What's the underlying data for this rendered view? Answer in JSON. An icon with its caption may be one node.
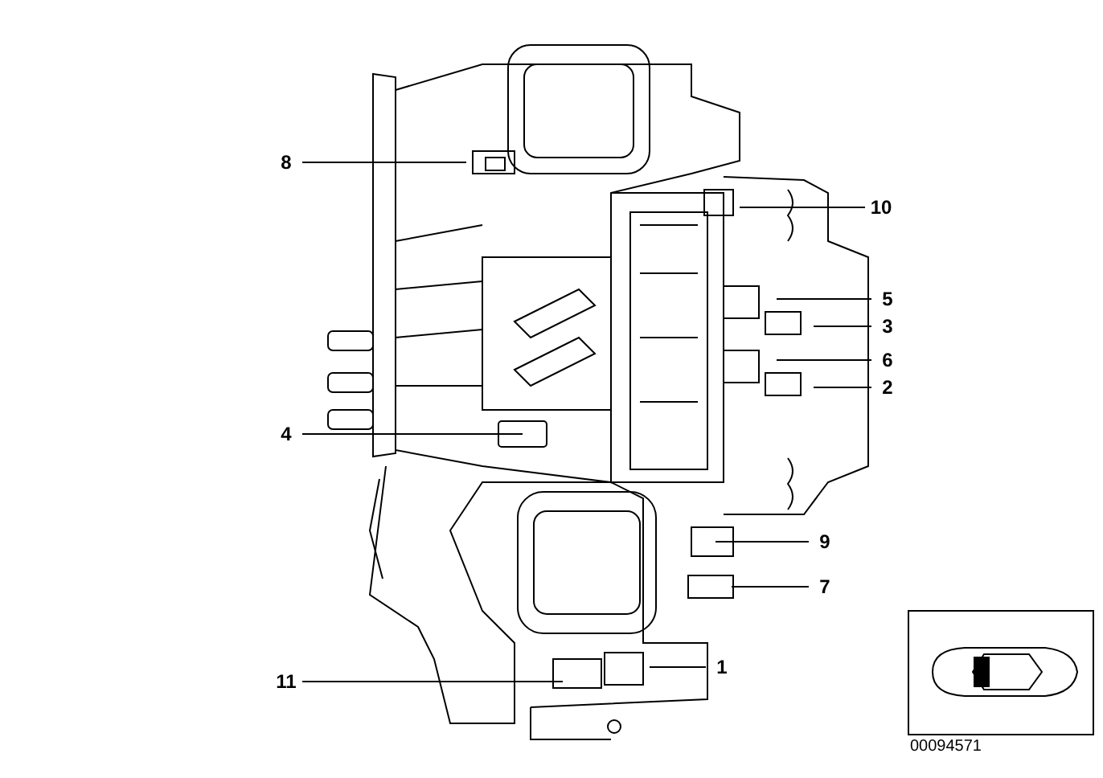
{
  "diagram": {
    "nodes": [
      {
        "text": [
          "8"
        ]
      },
      {
        "text": [
          "10"
        ]
      },
      {
        "text": [
          "5"
        ]
      },
      {
        "text": [
          "3"
        ]
      },
      {
        "text": [
          "6"
        ]
      },
      {
        "text": [
          "2"
        ]
      },
      {
        "text": [
          "4"
        ]
      },
      {
        "text": [
          "9"
        ]
      },
      {
        "text": [
          "7"
        ]
      },
      {
        "text": [
          "1"
        ]
      },
      {
        "text": [
          "11"
        ]
      }
    ],
    "edges": [
      {
        "from": 0,
        "to": null,
        "arrow": "none"
      },
      {
        "from": 1,
        "to": null,
        "arrow": "none"
      },
      {
        "from": 2,
        "to": null,
        "arrow": "none"
      },
      {
        "from": 3,
        "to": null,
        "arrow": "none"
      },
      {
        "from": 4,
        "to": null,
        "arrow": "none"
      },
      {
        "from": 5,
        "to": null,
        "arrow": "none"
      },
      {
        "from": 6,
        "to": null,
        "arrow": "none"
      },
      {
        "from": 7,
        "to": null,
        "arrow": "none"
      },
      {
        "from": 8,
        "to": null,
        "arrow": "none"
      },
      {
        "from": 9,
        "to": null,
        "arrow": "none"
      },
      {
        "from": 10,
        "to": null,
        "arrow": "none"
      }
    ],
    "labels": [
      "00094571"
    ]
  }
}
